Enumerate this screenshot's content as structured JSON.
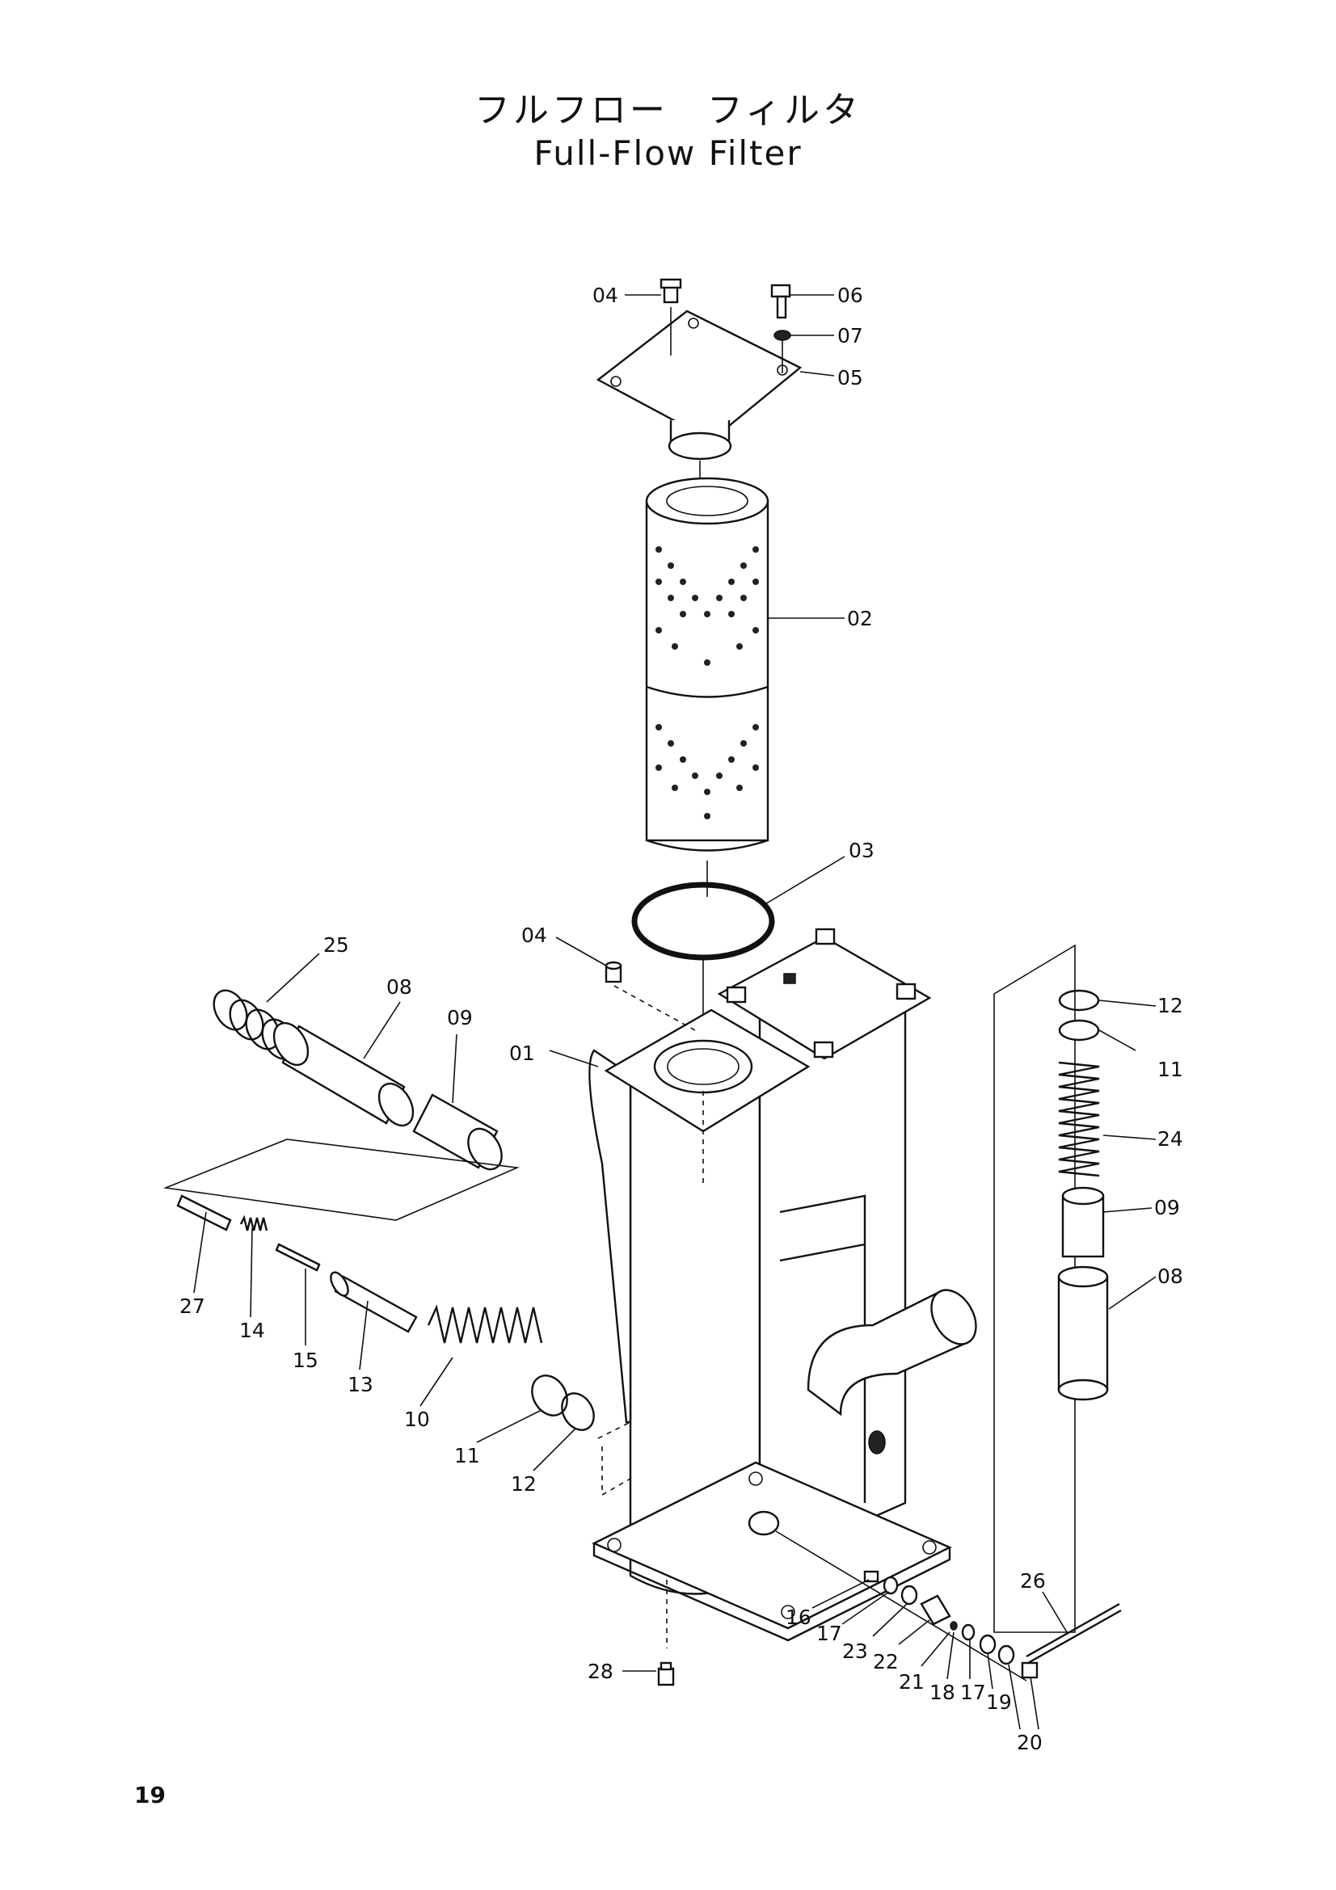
{
  "title_jp": "フルフロー　フィルタ",
  "title_en": "Full-Flow  Filter",
  "page_number": "19",
  "callouts": [
    "04",
    "06",
    "07",
    "05",
    "02",
    "03",
    "04",
    "25",
    "08",
    "09",
    "01",
    "12",
    "11",
    "24",
    "09",
    "08",
    "27",
    "14",
    "15",
    "13",
    "10",
    "11",
    "12",
    "16",
    "17",
    "23",
    "22",
    "21",
    "18",
    "17",
    "19",
    "20",
    "26",
    "28"
  ]
}
